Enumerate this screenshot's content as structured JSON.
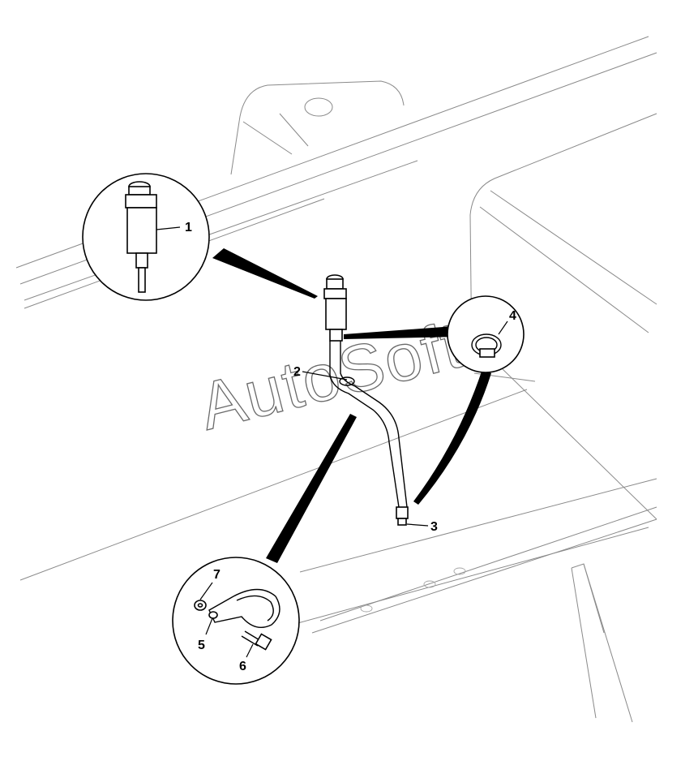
{
  "watermark": "AutoSoft",
  "callouts": [
    {
      "id": "c1",
      "label": "1"
    },
    {
      "id": "c2",
      "label": "2"
    },
    {
      "id": "c3",
      "label": "3"
    },
    {
      "id": "c4",
      "label": "4"
    },
    {
      "id": "c5",
      "label": "5"
    },
    {
      "id": "c6",
      "label": "6"
    },
    {
      "id": "c7",
      "label": "7"
    }
  ]
}
